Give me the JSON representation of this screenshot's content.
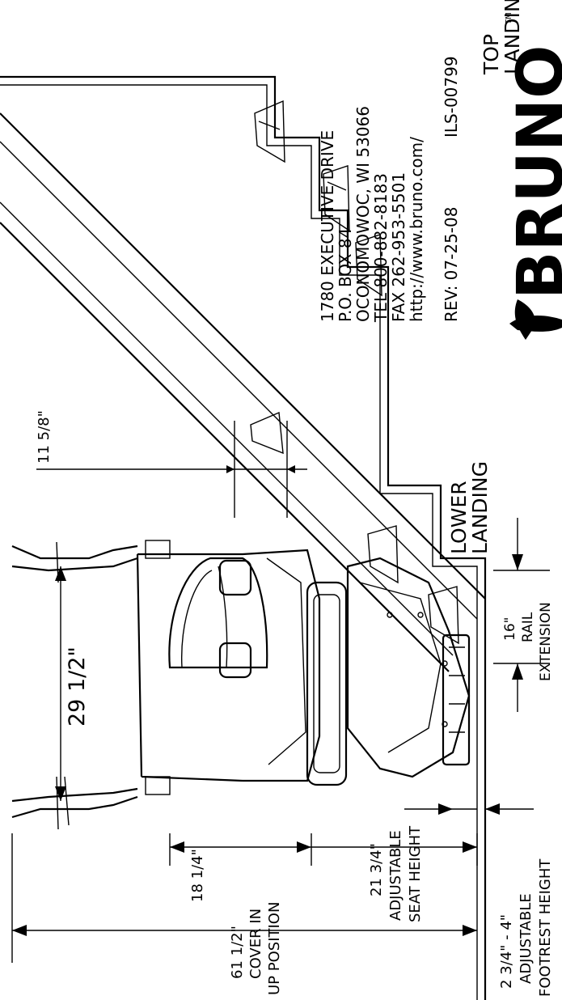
{
  "landings": {
    "top": [
      "TOP",
      "LANDING"
    ],
    "lower": [
      "LOWER",
      "LANDING"
    ]
  },
  "dimensions": {
    "rail_offset": "11 5/8\"",
    "handle_width": "29 1/2\"",
    "rail_extension": [
      "16\"",
      "RAIL",
      "EXTENSION"
    ],
    "seat_to_cover": "18 1/4\"",
    "seat_height": [
      "21 3/4\"",
      "ADJUSTABLE",
      "SEAT HEIGHT"
    ],
    "cover_height": [
      "61 1/2\"",
      "COVER IN",
      "UP POSITION"
    ],
    "footrest_height": [
      "2 3/4\" - 4\"",
      "ADJUSTABLE",
      "FOOTREST HEIGHT"
    ]
  },
  "company": {
    "address": [
      "1780 EXECUTIVE DRIVE",
      "P.O. BOX 84",
      "OCONOMOWOC, WI 53066",
      "TEL 800-882-8183",
      "FAX 262-953-5501",
      "http://www.bruno.com/"
    ],
    "revision": "REV: 07-25-08",
    "doc_number": "ILS-00799",
    "logo_text": "BRUNO",
    "trademark": "TM"
  },
  "colors": {
    "ink": "#000000",
    "paper": "#ffffff"
  }
}
